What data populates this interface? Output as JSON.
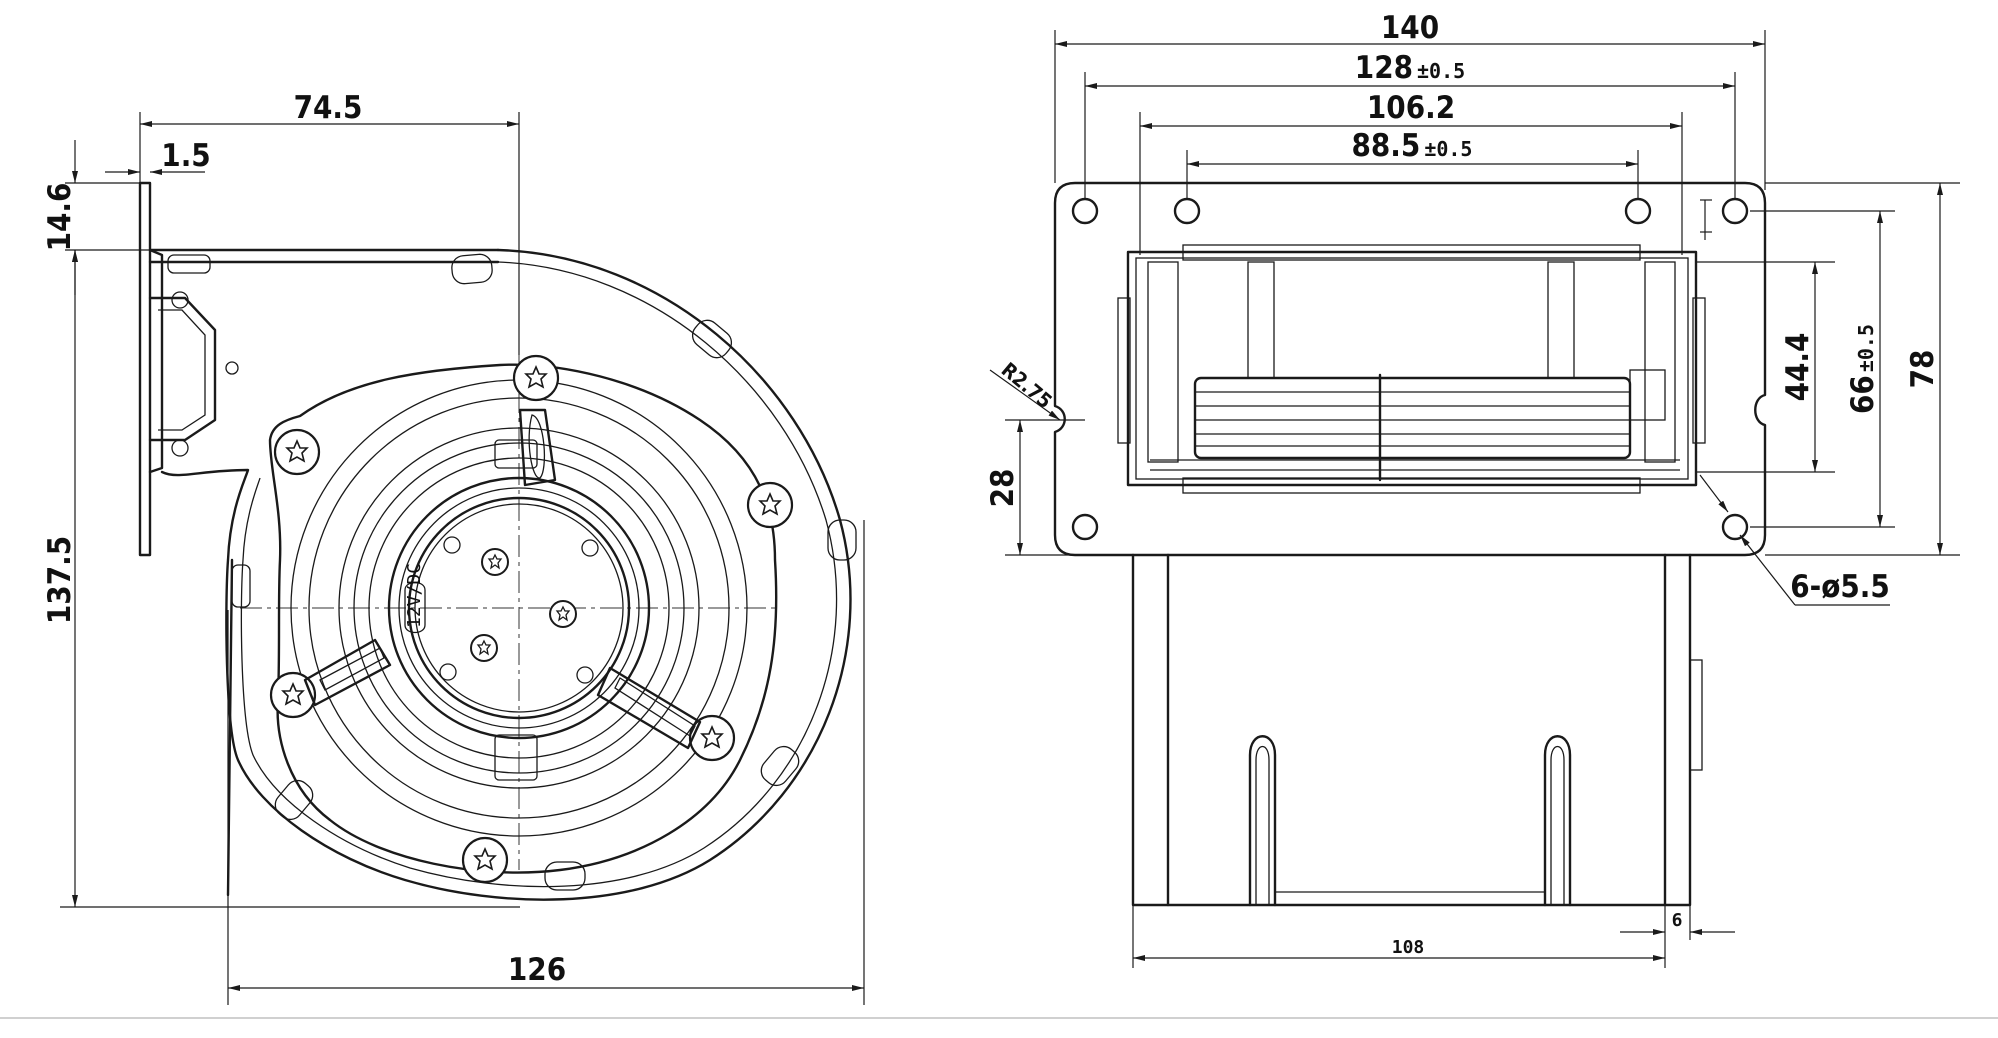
{
  "front_view": {
    "dimensions": {
      "width_74_5": "74.5",
      "flange_1_5": "1.5",
      "top_14_6": "14.6",
      "height_137_5": "137.5",
      "width_126": "126"
    },
    "labels": {
      "motor_text": "12V/DC"
    }
  },
  "side_view": {
    "dimensions": {
      "outer_140": "140",
      "hole_128": "128",
      "hole_128_tol": "±0.5",
      "inner_106_2": "106.2",
      "inner_88_5": "88.5",
      "inner_88_5_tol": "±0.5",
      "height_44_4": "44.4",
      "height_66": "66",
      "height_66_tol": "±0.5",
      "height_78": "78",
      "radius_r2_75": "R2.75",
      "offset_28": "28",
      "holes_6_5_5": "6-ø5.5",
      "depth_108": "108",
      "side_6": "6"
    }
  }
}
